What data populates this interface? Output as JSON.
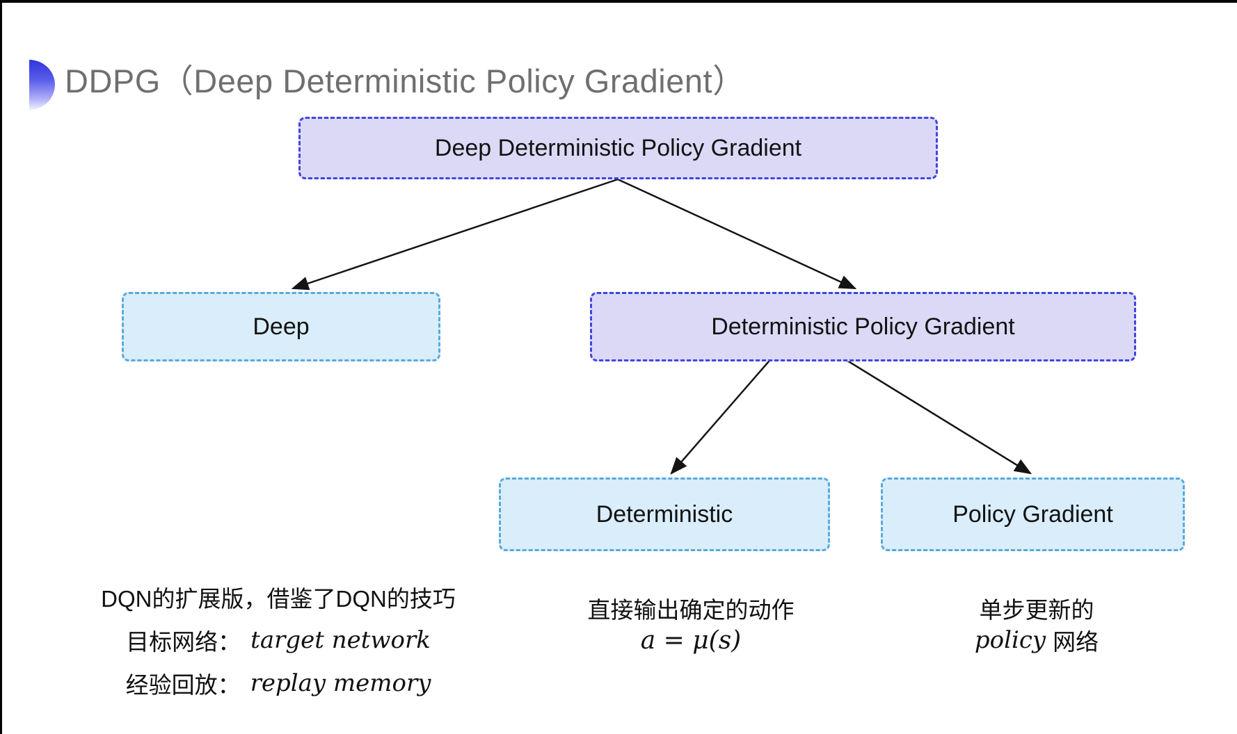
{
  "title": "DDPG（Deep Deterministic Policy Gradient）",
  "tree": {
    "root": {
      "label": "Deep Deterministic Policy Gradient"
    },
    "deep": {
      "label": "Deep"
    },
    "dpg": {
      "label": "Deterministic Policy Gradient"
    },
    "deterministic": {
      "label": "Deterministic"
    },
    "policy_gradient": {
      "label": "Policy Gradient"
    }
  },
  "annotations": {
    "deep_note": {
      "line1": "DQN的扩展版，借鉴了DQN的技巧",
      "line2_zh": "目标网络：",
      "line2_en": "target network",
      "line3_zh": "经验回放：",
      "line3_en": "replay memory"
    },
    "deterministic_note": {
      "line1": "直接输出确定的动作",
      "formula": "a = μ(s)"
    },
    "policy_note": {
      "line1": "单步更新的",
      "line2_en": "policy",
      "line2_zh": "网络"
    }
  },
  "colors": {
    "purple_node_fill": "#dcd9f7",
    "purple_node_border": "#4045df",
    "blue_node_fill": "#d9edfb",
    "blue_node_border": "#57aadb",
    "title_gray": "#6f6f6f",
    "arrow_black": "#141414",
    "dot_gradient_top": "#3036dc",
    "dot_gradient_bottom": "#f0f0fe"
  }
}
